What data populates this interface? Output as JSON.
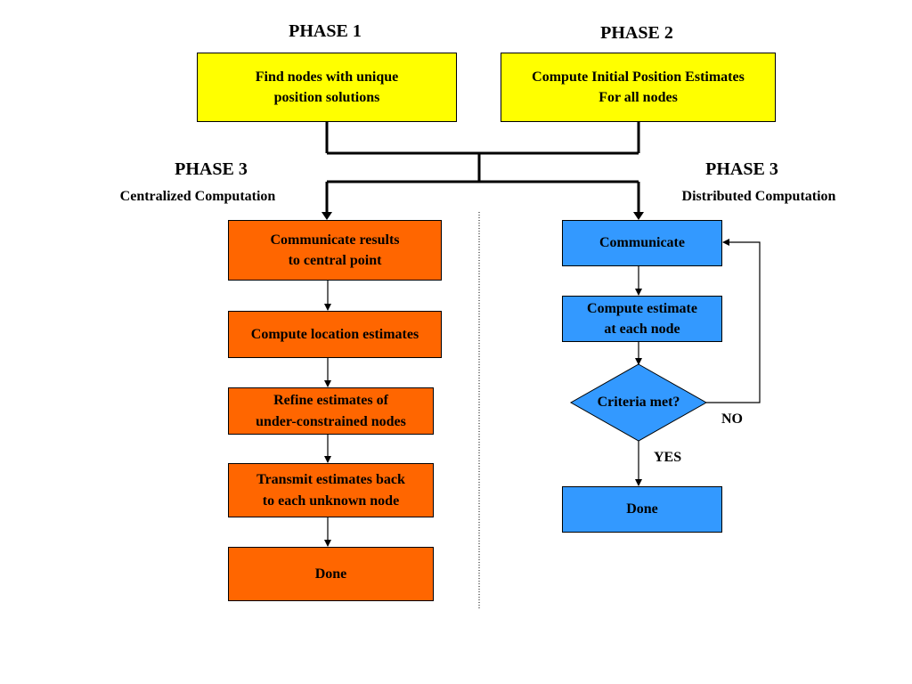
{
  "phases": {
    "phase1": {
      "title": "PHASE 1"
    },
    "phase2": {
      "title": "PHASE 2"
    },
    "phase3_left": {
      "title": "PHASE 3",
      "subtitle": "Centralized Computation"
    },
    "phase3_right": {
      "title": "PHASE 3",
      "subtitle": "Distributed Computation"
    }
  },
  "nodes": {
    "find_nodes": "Find nodes with unique\nposition solutions",
    "compute_initial": "Compute Initial Position Estimates\nFor all nodes",
    "communicate_results": "Communicate results\nto central point",
    "compute_location": "Compute location estimates",
    "refine_estimates": "Refine estimates of\nunder-constrained nodes",
    "transmit_estimates": "Transmit estimates back\nto each unknown node",
    "done_left": "Done",
    "communicate": "Communicate",
    "compute_each": "Compute estimate\nat each node",
    "criteria": "Criteria met?",
    "done_right": "Done"
  },
  "edges": {
    "no_label": "NO",
    "yes_label": "YES"
  },
  "colors": {
    "phase1_2_fill": "#ffff00",
    "centralized_fill": "#ff6600",
    "distributed_fill": "#3399ff",
    "line": "#000000"
  }
}
